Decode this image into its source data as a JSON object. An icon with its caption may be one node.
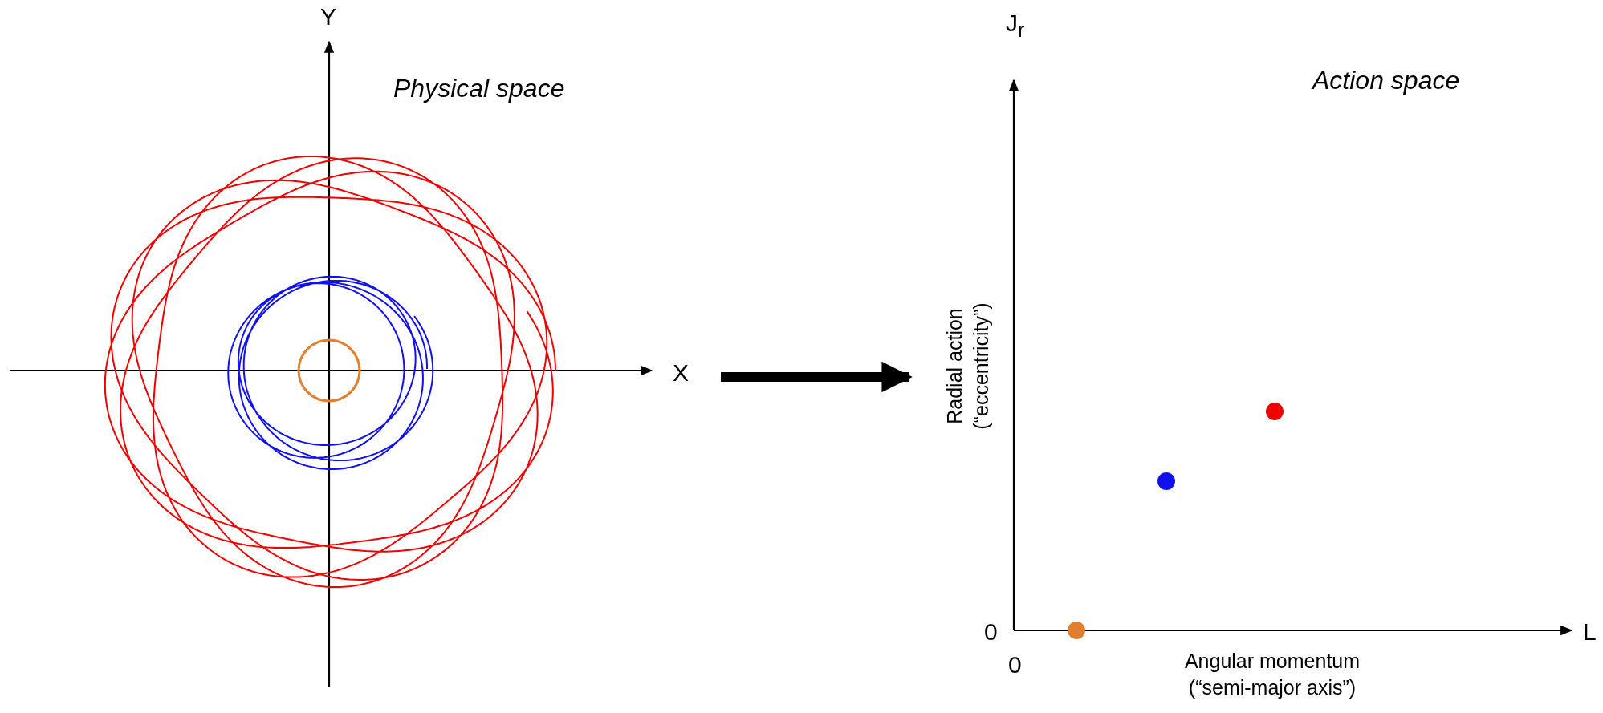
{
  "diagram": {
    "nodes": [
      {
        "text": [
          "Physical space"
        ]
      },
      {
        "text": [
          "Action space"
        ]
      }
    ],
    "edges": [
      {
        "from": 0,
        "to": 1,
        "arrow": "to"
      }
    ],
    "labels": [
      "Y",
      "J$_{r}$",
      "X",
      "Radial action (“eccentricity”)",
      "0",
      "L",
      "0",
      "Angular momentum (“semi-major axis”)"
    ]
  }
}
